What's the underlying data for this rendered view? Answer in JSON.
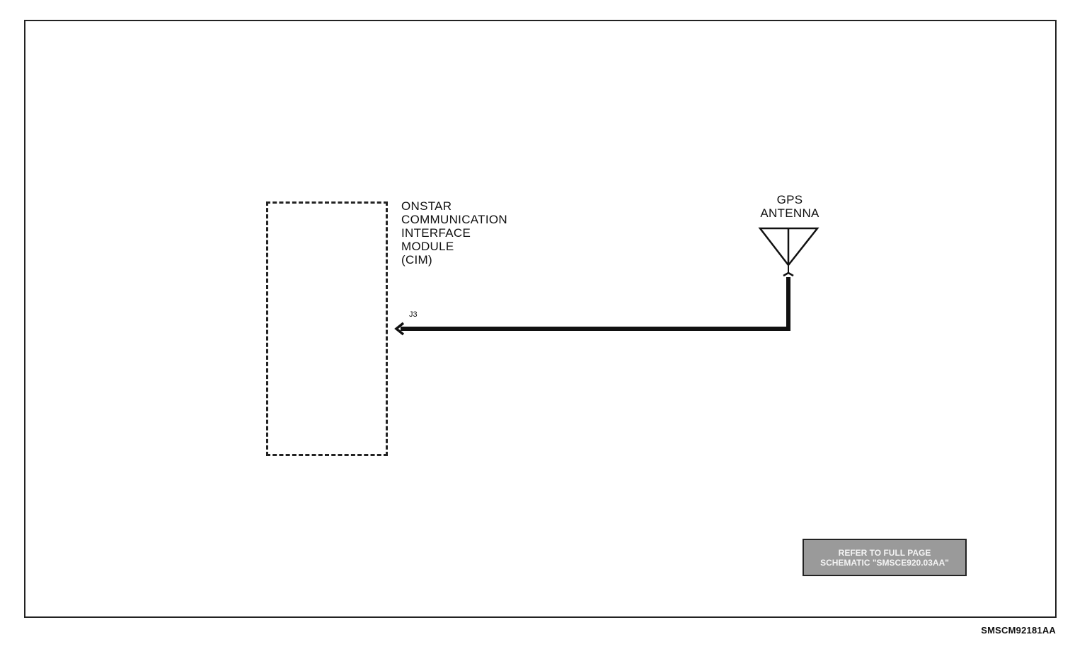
{
  "module": {
    "label_lines": [
      "ONSTAR",
      "COMMUNICATION",
      "INTERFACE",
      "MODULE",
      "(CIM)"
    ]
  },
  "antenna": {
    "label_lines": [
      "GPS",
      "ANTENNA"
    ]
  },
  "connector": {
    "label": "J3"
  },
  "note": {
    "lines": [
      "REFER TO FULL PAGE",
      "SCHEMATIC \"SMSCE920.03AA\""
    ]
  },
  "figure_code": "SMSCM92181AA",
  "colors": {
    "line": "#111111",
    "note_fill": "#9a9a9a"
  }
}
